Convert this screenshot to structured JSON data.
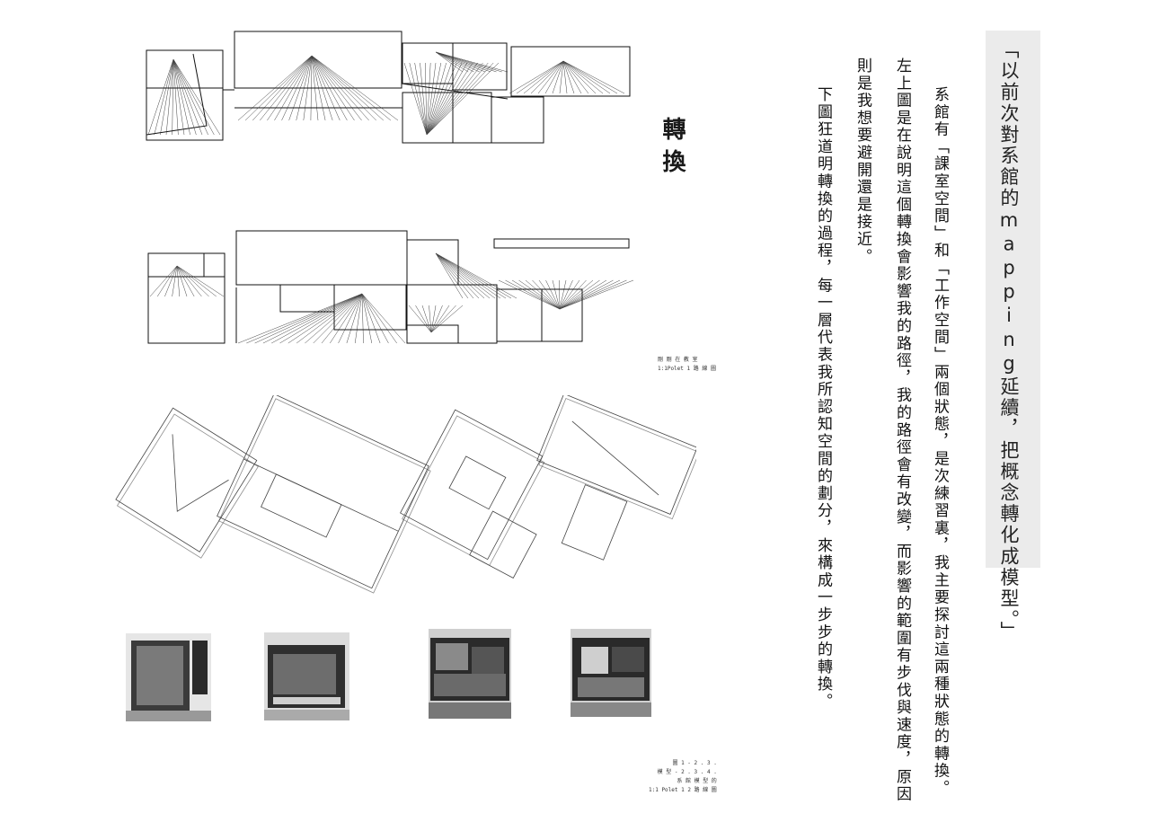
{
  "quote": "「以前次對系館的mapping延續，把概念轉化成模型。」",
  "heading": "轉換",
  "paragraphs": [
    "系館有「課室空間」和「工作空間」兩個狀態，是次練習裏，我主要探討這兩種狀態的轉換。",
    "左上圖是在說明這個轉換會影響我的路徑，我的路徑會有改變，而影響的範圍有步伐與速度，原因",
    "則是我想要避開還是接近。",
    "下圖狂道明轉換的過程，每一層代表我所認知空間的劃分，來構成一步步的轉換。"
  ],
  "captions": {
    "upper": [
      "剛 剛 在 教 室",
      "1:1Polet 1 路 線 圖"
    ],
    "lower": [
      "圖 1 - 2 . 3 .",
      "模 型 - 2 . 3 . 4 .",
      "系 館 模 型 的",
      "1:1 Polet 1 2 路 線 圖"
    ]
  }
}
